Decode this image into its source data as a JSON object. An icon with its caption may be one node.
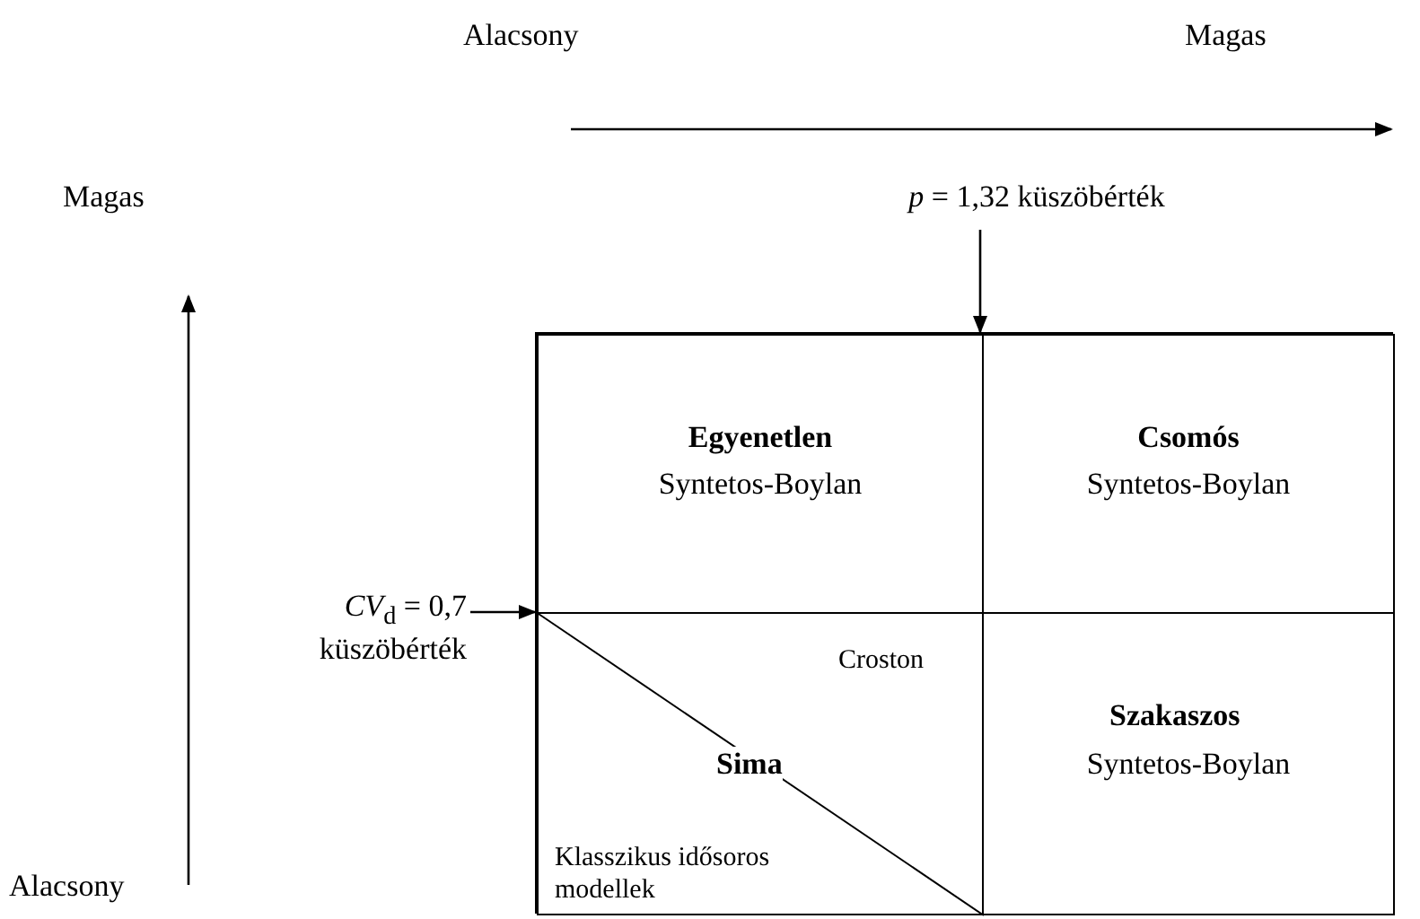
{
  "diagram": {
    "nodes": [
      {
        "text": [],
        "shape": "box"
      },
      {
        "text": [
          "Egyenetlen",
          "Syntetos-Boylan"
        ],
        "in": 0
      },
      {
        "text": [
          "Csomós",
          "Syntetos-Boylan"
        ],
        "in": 0
      },
      {
        "text": [
          "Croston",
          "Sima",
          "Klasszikus idősoros modellek"
        ],
        "in": 0
      },
      {
        "text": [
          "Szakaszos",
          "Syntetos-Boylan"
        ],
        "in": 0
      },
      {
        "text": [
          "*p* = 1,32 küszöbérték"
        ]
      },
      {
        "text": [
          "*CV*$_{d}$ = 0,7 küszöbérték"
        ]
      }
    ],
    "edges": [
      {
        "from": 5,
        "to": 0,
        "arrow": "to"
      },
      {
        "from": 6,
        "to": 0,
        "arrow": "to"
      }
    ],
    "labels": [
      "Alacsony",
      "Magas",
      "Magas",
      "Alacsony"
    ]
  }
}
